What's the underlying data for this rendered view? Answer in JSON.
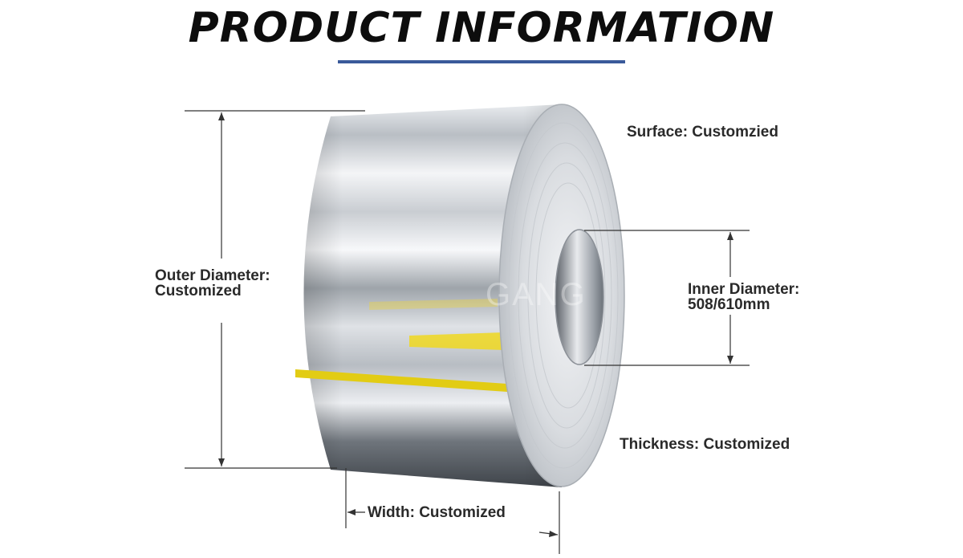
{
  "title": "PRODUCT INFORMATION",
  "colors": {
    "accent": "#3a5a9a",
    "text": "#2a2a2a"
  },
  "labels": {
    "surface": "Surface: Customzied",
    "outer_diameter_line1": "Outer Diameter:",
    "outer_diameter_line2": "Customized",
    "inner_diameter_line1": "Inner Diameter:",
    "inner_diameter_line2": "508/610mm",
    "thickness": "Thickness: Customized",
    "width": "Width: Customized"
  },
  "watermark": "GANG"
}
